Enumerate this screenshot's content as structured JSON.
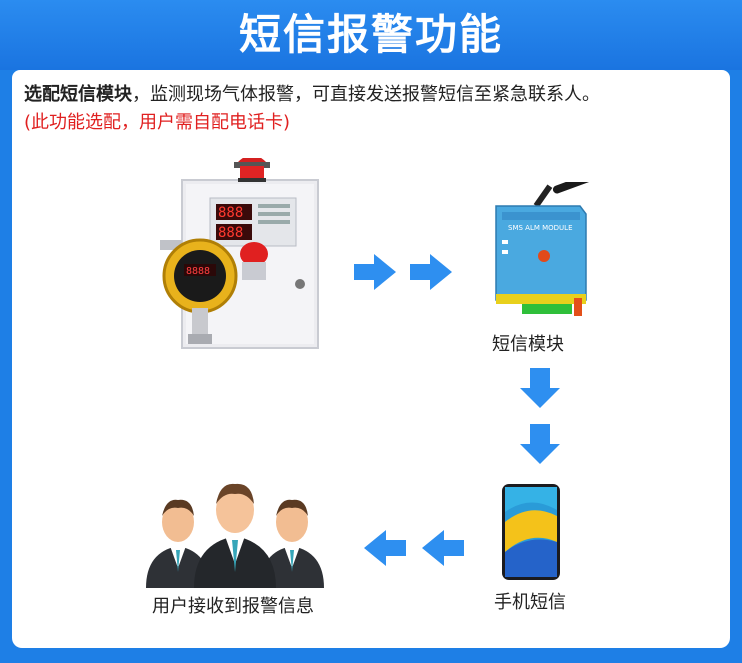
{
  "banner": {
    "title": "短信报警功能"
  },
  "intro": {
    "bold": "选配短信模块",
    "rest": "，监测现场气体报警，可直接发送报警短信至紧急联系人。",
    "note": "(此功能选配，用户需自配电话卡)"
  },
  "captions": {
    "module": "短信模块",
    "phone": "手机短信",
    "people": "用户接收到报警信息"
  },
  "colors": {
    "banner": "#1e7fe6",
    "arrow": "#2e8ff0",
    "note": "#e02020",
    "module_body": "#4aa9e0",
    "detector_yellow": "#e8b21c"
  },
  "icons": [
    "gas-alarm-controller-icon",
    "sms-module-icon",
    "smartphone-icon",
    "people-group-icon",
    "arrow-right-icon",
    "arrow-down-icon",
    "arrow-left-icon"
  ]
}
